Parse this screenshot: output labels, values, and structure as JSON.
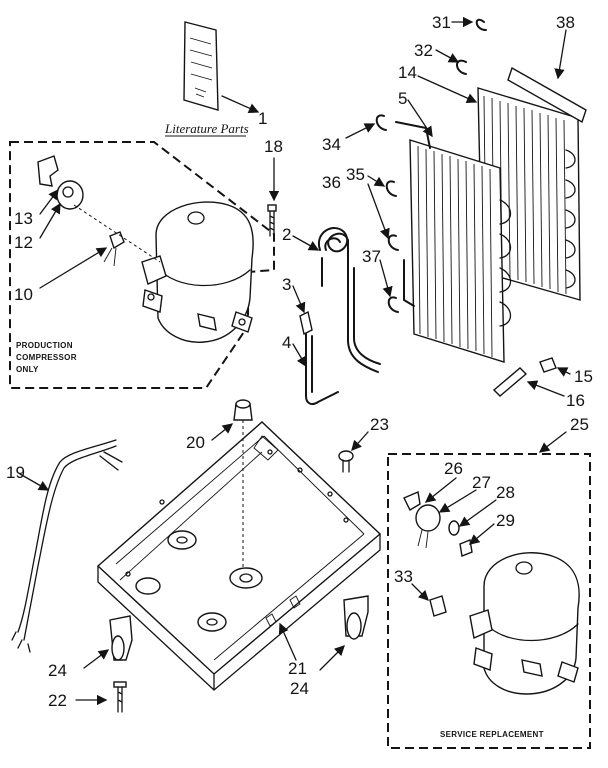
{
  "labels": {
    "literature_parts": "Literature Parts",
    "production_line1": "PRODUCTION",
    "production_line2": "COMPRESSOR",
    "production_line3": "ONLY",
    "service_replacement": "SERVICE REPLACEMENT"
  },
  "callouts": [
    "1",
    "2",
    "3",
    "4",
    "5",
    "10",
    "12",
    "13",
    "14",
    "15",
    "16",
    "18",
    "19",
    "20",
    "21",
    "22",
    "23",
    "24",
    "24",
    "25",
    "26",
    "27",
    "28",
    "29",
    "31",
    "32",
    "33",
    "34",
    "35",
    "36",
    "37",
    "38"
  ]
}
